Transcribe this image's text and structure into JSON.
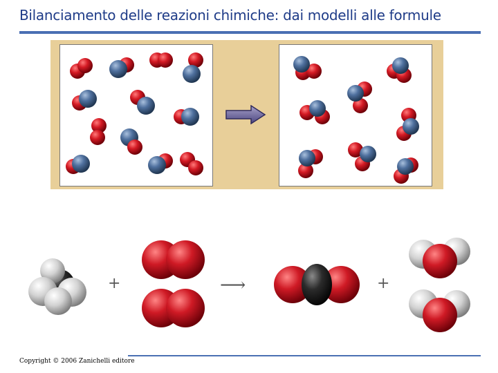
{
  "slide": {
    "title": "Bilanciamento delle reazioni chimiche: dai modelli alle formule",
    "copyright": "Copyright © 2006 Zanichelli editore"
  },
  "colors": {
    "title": "#1f3c88",
    "rule": "#4a6fb3",
    "panel": "#e8cf99",
    "oxygen": "#c4131e",
    "nitrogen": "#4b6d9c",
    "carbon": "#2a2a2a",
    "hydrogen": "#d9d9d9"
  },
  "reaction": {
    "plus_1": "+",
    "plus_2": "+",
    "arrow": "⟶",
    "reactants": [
      "methane-molecule",
      "oxygen-molecule",
      "oxygen-molecule"
    ],
    "products": [
      "carbon-dioxide-molecule",
      "water-molecule",
      "water-molecule"
    ]
  }
}
